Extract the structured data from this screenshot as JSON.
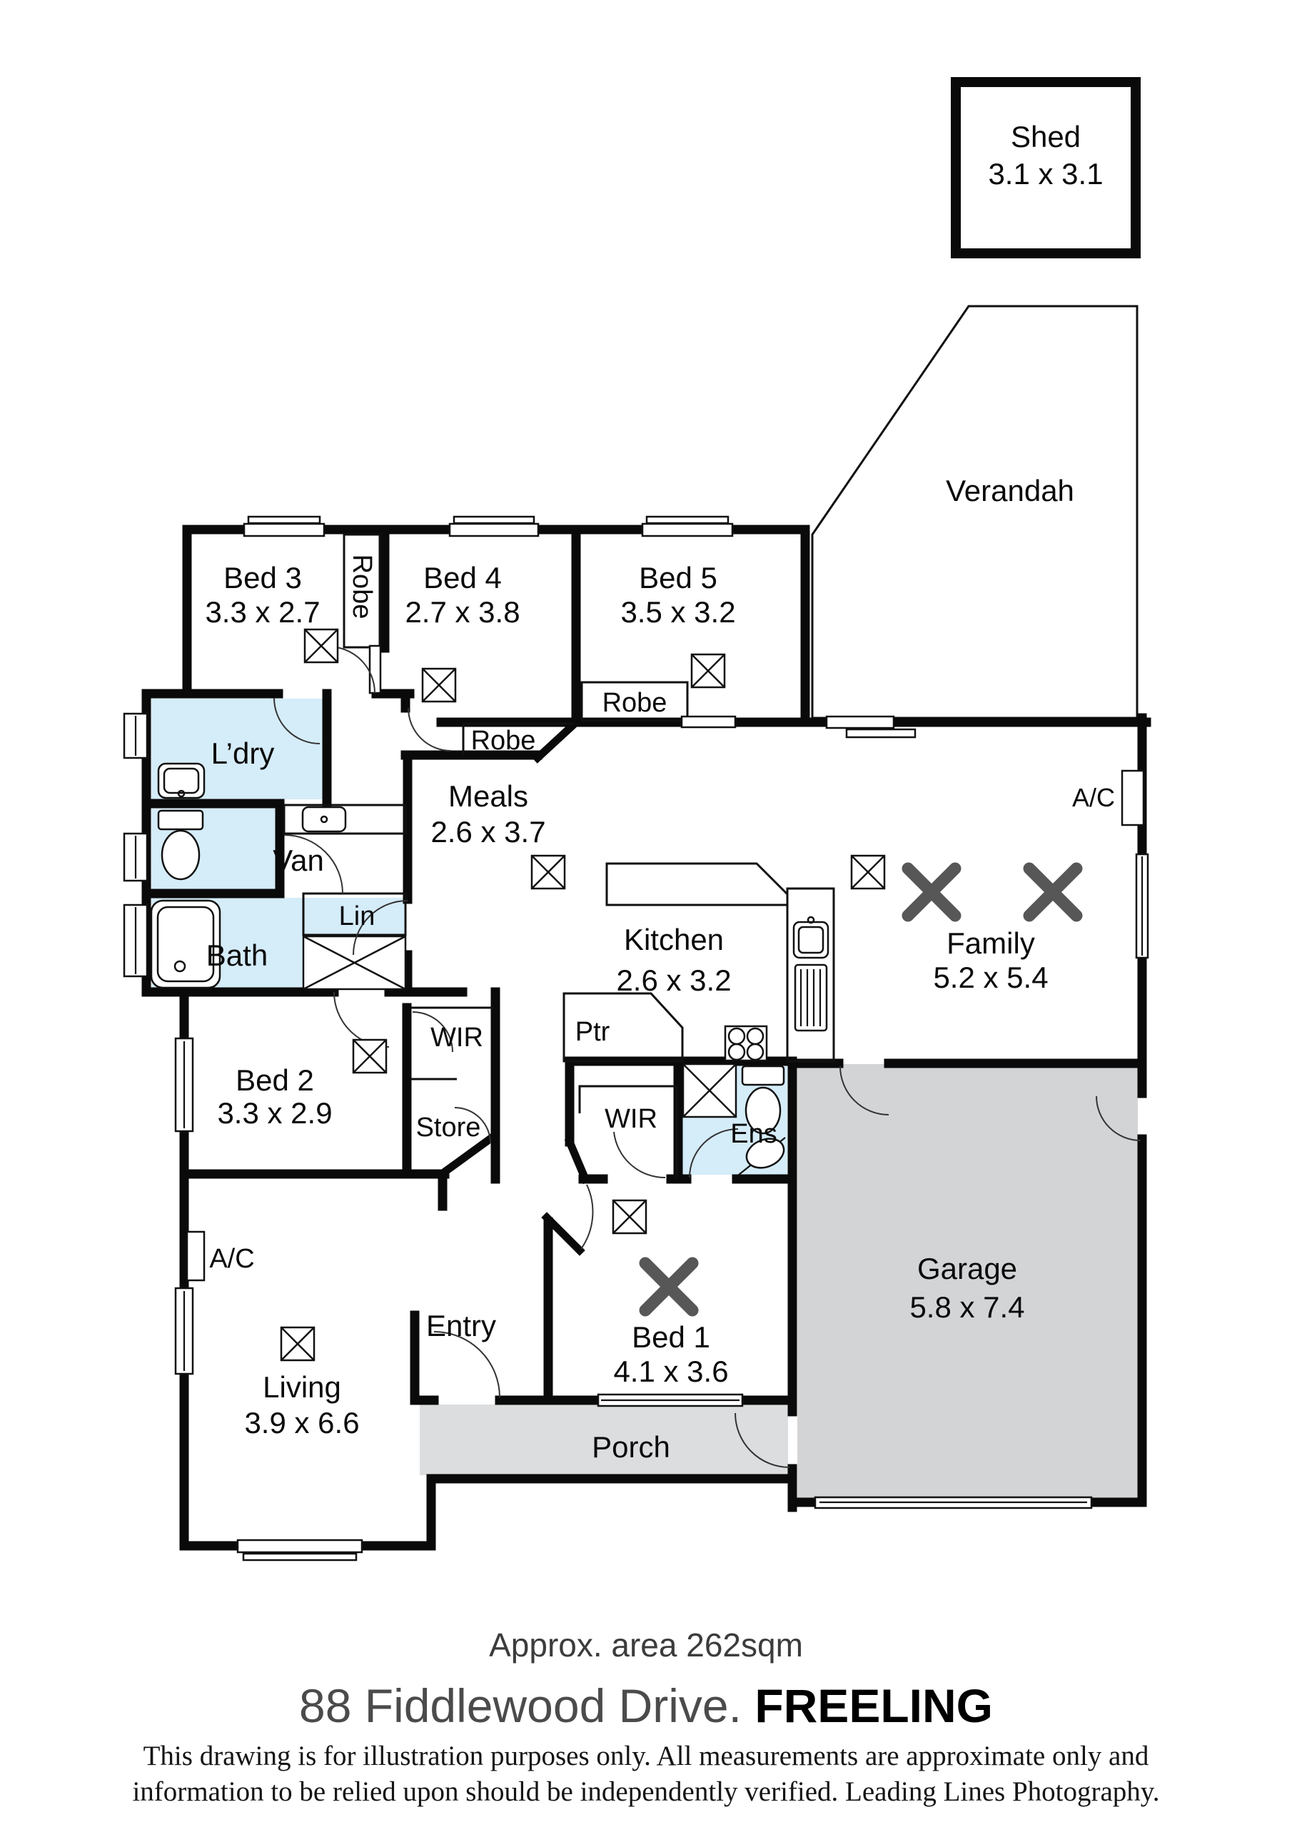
{
  "page_title": "Floor plan - 88 Fiddlewood Drive FREELING",
  "colors": {
    "wall": "#0a0a0a",
    "outdoor_fill": "#d2d4d6",
    "porch_fill": "#dbdddf",
    "wet_fill": "#d5ecf9",
    "fan": "#575757",
    "paper": "#ffffff"
  },
  "plan": {
    "shed": {
      "name": "Shed",
      "dims": "3.1 x 3.1"
    },
    "verandah": {
      "name": "Verandah"
    },
    "bed3": {
      "name": "Bed 3",
      "dims": "3.3 x 2.7"
    },
    "bed4": {
      "name": "Bed 4",
      "dims": "2.7 x 3.8"
    },
    "bed5": {
      "name": "Bed 5",
      "dims": "3.5 x 3.2"
    },
    "robe_bed3": {
      "name": "Robe"
    },
    "robe_bed4": {
      "name": "Robe"
    },
    "robe_bed5": {
      "name": "Robe"
    },
    "ldry": {
      "name": "L’dry"
    },
    "van": {
      "name": "Van"
    },
    "lin": {
      "name": "Lin"
    },
    "bath": {
      "name": "Bath"
    },
    "meals": {
      "name": "Meals",
      "dims": "2.6 x 3.7"
    },
    "kitchen": {
      "name": "Kitchen",
      "dims": "2.6 x 3.2"
    },
    "ptr": {
      "name": "Ptr"
    },
    "family": {
      "name": "Family",
      "dims": "5.2 x 5.4"
    },
    "ac_family": {
      "name": "A/C"
    },
    "ac_living": {
      "name": "A/C"
    },
    "bed2": {
      "name": "Bed 2",
      "dims": "3.3 x 2.9"
    },
    "wir_bed2": {
      "name": "WIR"
    },
    "store": {
      "name": "Store"
    },
    "wir_bed1": {
      "name": "WIR"
    },
    "ens": {
      "name": "Ens"
    },
    "garage": {
      "name": "Garage",
      "dims": "5.8 x 7.4"
    },
    "entry": {
      "name": "Entry"
    },
    "bed1": {
      "name": "Bed 1",
      "dims": "4.1 x 3.6"
    },
    "living": {
      "name": "Living",
      "dims": "3.9 x 6.6"
    },
    "porch": {
      "name": "Porch"
    }
  },
  "footer": {
    "area": "Approx. area 262sqm",
    "address_main": "88 Fiddlewood Drive. ",
    "address_suburb": "FREELING",
    "disclaimer_line1": "This drawing is for illustration purposes only.  All measurements are approximate only and",
    "disclaimer_line2": "information to be relied upon should be independently verified. Leading Lines Photography."
  }
}
